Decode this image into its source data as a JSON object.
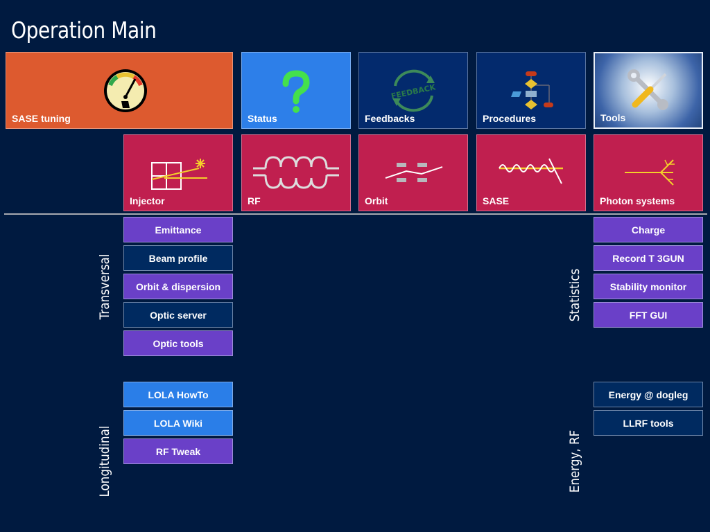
{
  "page": {
    "title": "Operation Main"
  },
  "tiles": {
    "sase_tuning": "SASE tuning",
    "status": "Status",
    "feedbacks": "Feedbacks",
    "procedures": "Procedures",
    "tools": "Tools",
    "injector": "Injector",
    "rf": "RF",
    "orbit": "Orbit",
    "sase": "SASE",
    "photon_systems": "Photon systems"
  },
  "feedback_logo_text": "FEEDBACK",
  "sections": {
    "transversal": "Transversal",
    "longitudinal": "Longitudinal",
    "statistics": "Statistics",
    "energy_rf": "Energy, RF"
  },
  "buttons": {
    "emittance": "Emittance",
    "beam_profile": "Beam profile",
    "orbit_dispersion": "Orbit & dispersion",
    "optic_server": "Optic server",
    "optic_tools": "Optic tools",
    "lola_howto": "LOLA HowTo",
    "lola_wiki": "LOLA Wiki",
    "rf_tweak": "RF Tweak",
    "charge": "Charge",
    "record_t_3gun": "Record T 3GUN",
    "stability_monitor": "Stability monitor",
    "fft_gui": "FFT GUI",
    "energy_dogleg": "Energy @ dogleg",
    "llrf_tools": "LLRF tools"
  },
  "colors": {
    "background": "#001a40",
    "orange": "#dd5a2f",
    "blue": "#2d7fe9",
    "navy": "#032a6d",
    "crimson": "#c01f4f",
    "purple": "#6a40c8",
    "dark_button": "#002a60",
    "light_blue_button": "#2a7ee8"
  },
  "icons": {
    "sase_tuning": "gauge-icon",
    "status": "question-mark-icon",
    "feedbacks": "feedback-cycle-icon",
    "procedures": "flowchart-icon",
    "tools": "wrench-screwdriver-icon",
    "injector": "injector-icon",
    "rf": "rf-cavity-icon",
    "orbit": "orbit-icon",
    "sase": "sase-wave-icon",
    "photon_systems": "photon-beam-split-icon"
  }
}
